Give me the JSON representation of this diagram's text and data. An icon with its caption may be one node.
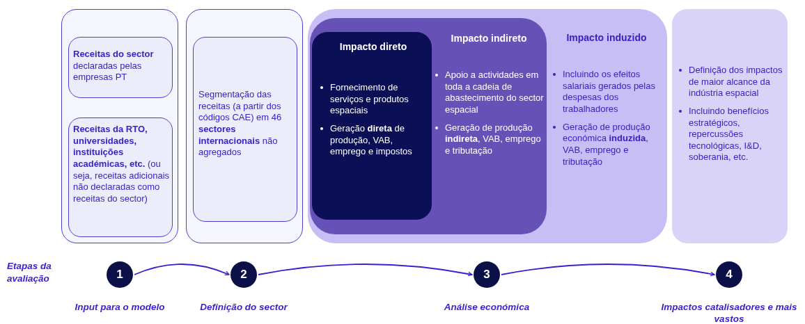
{
  "diagram": {
    "nodes": [
      {
        "text": [],
        "shape": "box"
      },
      {
        "text": [
          "**Receitas do sector** declaradas pelas empresas PT"
        ],
        "in": 0
      },
      {
        "text": [
          "**Receitas da RTO, universidades, instituições académicas, etc.** (ou seja, receitas adicionais não declaradas como receitas do sector)"
        ],
        "in": 0
      },
      {
        "text": [],
        "shape": "box"
      },
      {
        "text": [
          "Segmentação das receitas (a partir dos códigos CAE) em 46 **sectores internacionais** não agregados"
        ],
        "in": 3
      },
      {
        "text": [
          "Impacto induzido",
          "Incluindo os efeitos salariais gerados pelas despesas dos trabalhadores",
          "Geração de produção económica **induzida**, VAB, emprego e tributação"
        ]
      },
      {
        "text": [
          "Impacto indireto",
          "Apoio a actividades em toda a cadeia de abastecimento do sector espacial",
          "Geração de produção **indireta**, VAB, emprego e tributação"
        ],
        "in": 5
      },
      {
        "text": [
          "Impacto direto",
          "Fornecimento de serviços e produtos espaciais",
          "Geração **direta** de produção, VAB, emprego e impostos"
        ],
        "in": 6
      },
      {
        "text": [
          "Definição dos impactos de maior alcance da indústria espacial",
          "Incluindo benefícios estratégicos, repercussões tecnológicas, I&D, soberania, etc."
        ]
      },
      {
        "text": [
          "1"
        ],
        "beside": [
          "Input para o modelo"
        ]
      },
      {
        "text": [
          "2"
        ],
        "beside": [
          "Definição do sector"
        ]
      },
      {
        "text": [
          "3"
        ],
        "beside": [
          "Análise económica"
        ]
      },
      {
        "text": [
          "4"
        ],
        "beside": [
          "Impactos catalisadores e mais vastos"
        ]
      }
    ],
    "edges": [
      {
        "from": 9,
        "to": 10,
        "arrow": "to"
      },
      {
        "from": 10,
        "to": 11,
        "arrow": "to"
      },
      {
        "from": 11,
        "to": 12,
        "arrow": "to"
      }
    ],
    "labels": [
      "Etapas da avaliação"
    ]
  }
}
